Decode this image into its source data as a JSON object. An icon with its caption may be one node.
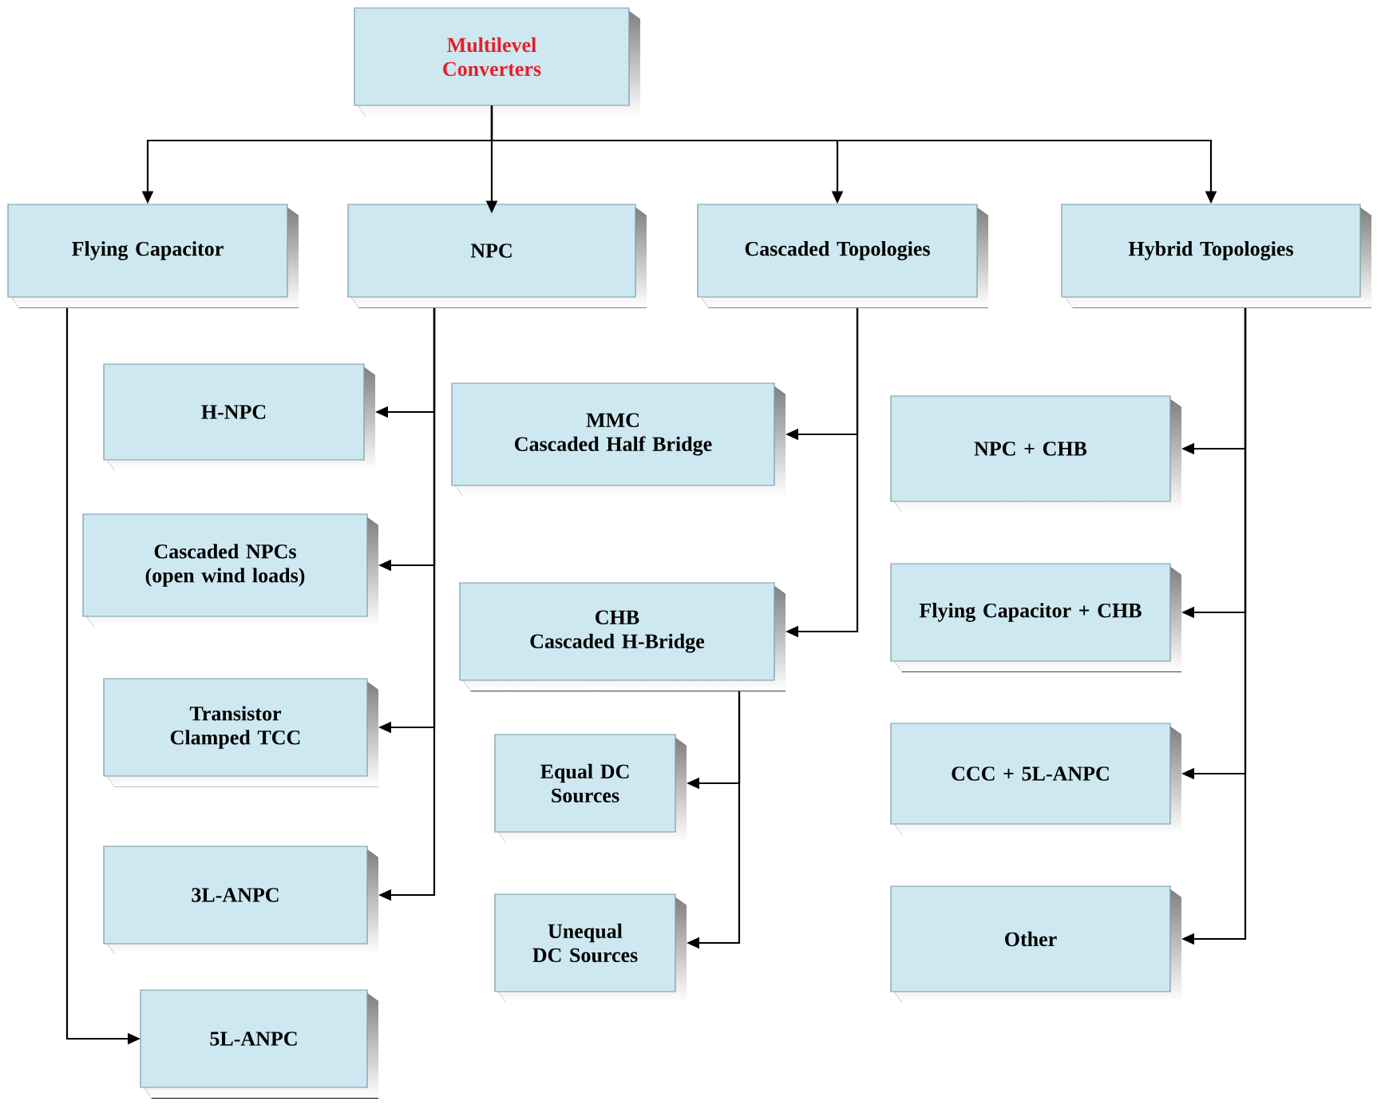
{
  "diagram": {
    "nodes": [
      {
        "text": [
          "Multilevel Converters"
        ]
      },
      {
        "text": [
          "Flying Capacitor"
        ]
      },
      {
        "text": [
          "NPC"
        ]
      },
      {
        "text": [
          "Cascaded Topologies"
        ]
      },
      {
        "text": [
          "Hybrid Topologies"
        ]
      },
      {
        "text": [
          "H-NPC"
        ]
      },
      {
        "text": [
          "Cascaded NPCs (open wind loads)"
        ]
      },
      {
        "text": [
          "Transistor Clamped TCC"
        ]
      },
      {
        "text": [
          "3L-ANPC"
        ]
      },
      {
        "text": [
          "5L-ANPC"
        ]
      },
      {
        "text": [
          "MMC",
          "Cascaded Half Bridge"
        ]
      },
      {
        "text": [
          "CHB",
          "Cascaded H-Bridge"
        ]
      },
      {
        "text": [
          "Equal DC Sources"
        ]
      },
      {
        "text": [
          "Unequal DC Sources"
        ]
      },
      {
        "text": [
          "NPC + CHB"
        ]
      },
      {
        "text": [
          "Flying Capacitor + CHB"
        ]
      },
      {
        "text": [
          "CCC + 5L-ANPC"
        ]
      },
      {
        "text": [
          "Other"
        ]
      }
    ],
    "edges": [
      {
        "from": 0,
        "to": 1,
        "arrow": "to"
      },
      {
        "from": 0,
        "to": 2,
        "arrow": "to"
      },
      {
        "from": 0,
        "to": 3,
        "arrow": "to"
      },
      {
        "from": 0,
        "to": 4,
        "arrow": "to"
      },
      {
        "from": 2,
        "to": 5,
        "arrow": "to"
      },
      {
        "from": 2,
        "to": 6,
        "arrow": "to"
      },
      {
        "from": 2,
        "to": 7,
        "arrow": "to"
      },
      {
        "from": 2,
        "to": 8,
        "arrow": "to"
      },
      {
        "from": 1,
        "to": 9,
        "arrow": "to"
      },
      {
        "from": 3,
        "to": 10,
        "arrow": "to"
      },
      {
        "from": 3,
        "to": 11,
        "arrow": "to"
      },
      {
        "from": 11,
        "to": 12,
        "arrow": "to"
      },
      {
        "from": 11,
        "to": 13,
        "arrow": "to"
      },
      {
        "from": 4,
        "to": 14,
        "arrow": "to"
      },
      {
        "from": 4,
        "to": 15,
        "arrow": "to"
      },
      {
        "from": 4,
        "to": 16,
        "arrow": "to"
      },
      {
        "from": 4,
        "to": 17,
        "arrow": "to"
      }
    ]
  }
}
